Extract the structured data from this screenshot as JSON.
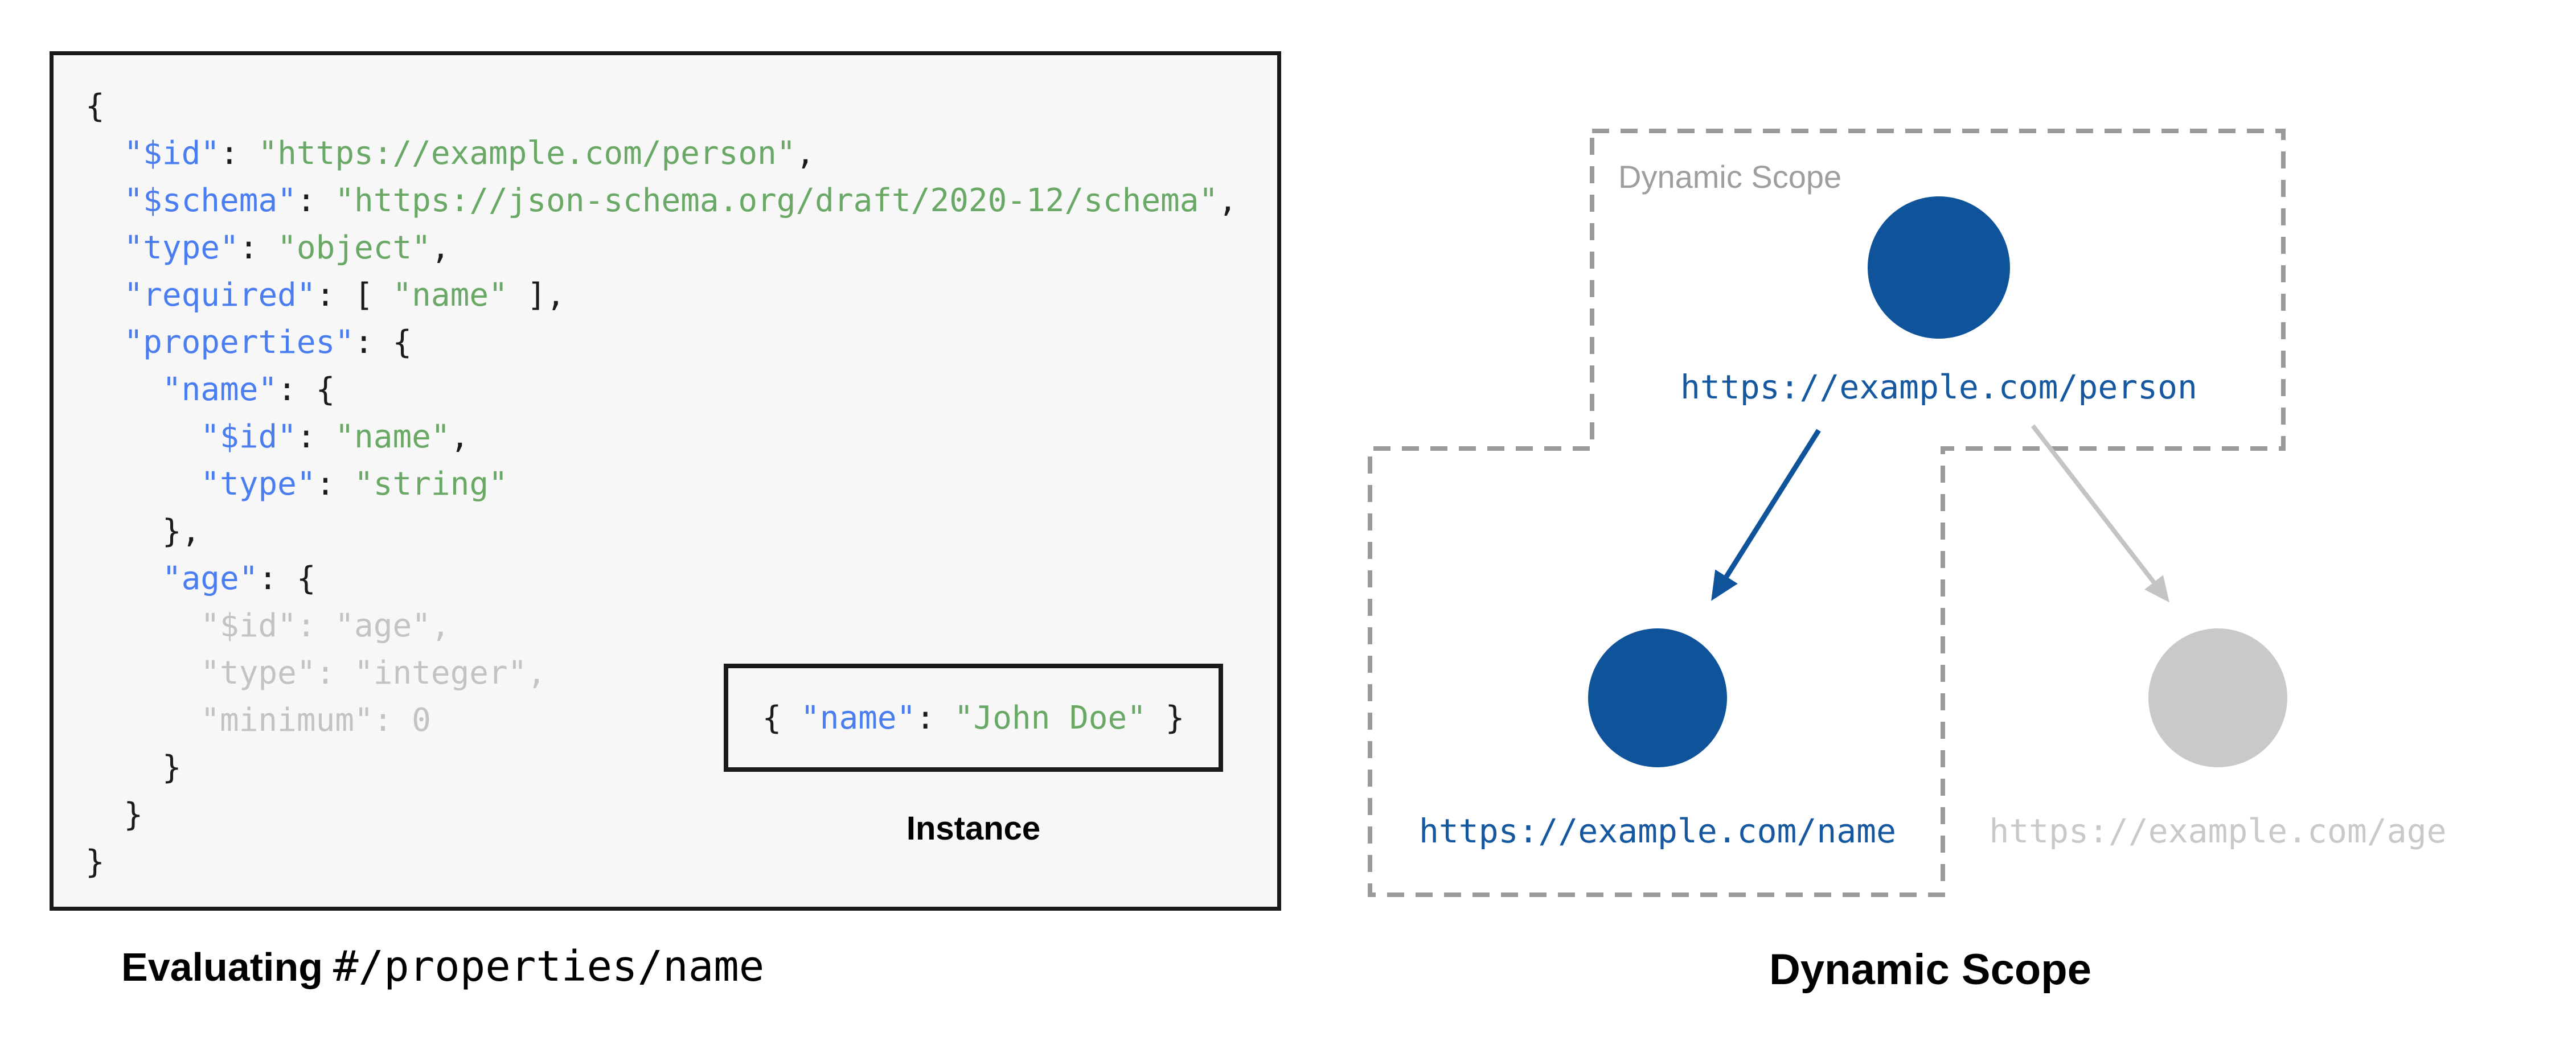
{
  "colors": {
    "key_blue": "#4a7df0",
    "string_green": "#69a865",
    "code_plain": "#1b1b1b",
    "code_faded": "#c3c3c3",
    "code_bg": "#f7f7f8",
    "box_border": "#1a1a1a",
    "node_blue": "#0f549b",
    "link_blue": "#15589f",
    "inactive_gray": "#c9c9c9",
    "dashed_gray": "#9a9a9a",
    "scope_label_gray": "#9e9e9e",
    "arrow_gray": "#c4c4c4"
  },
  "left_panel": {
    "code": {
      "lines": [
        [
          [
            "p",
            "{"
          ]
        ],
        [
          [
            "p",
            "  "
          ],
          [
            "k",
            "\"$id\""
          ],
          [
            "p",
            ": "
          ],
          [
            "g",
            "\"https://example.com/person\""
          ],
          [
            "p",
            ","
          ]
        ],
        [
          [
            "p",
            "  "
          ],
          [
            "k",
            "\"$schema\""
          ],
          [
            "p",
            ": "
          ],
          [
            "g",
            "\"https://json-schema.org/draft/2020-12/schema\""
          ],
          [
            "p",
            ","
          ]
        ],
        [
          [
            "p",
            "  "
          ],
          [
            "k",
            "\"type\""
          ],
          [
            "p",
            ": "
          ],
          [
            "g",
            "\"object\""
          ],
          [
            "p",
            ","
          ]
        ],
        [
          [
            "p",
            "  "
          ],
          [
            "k",
            "\"required\""
          ],
          [
            "p",
            ": [ "
          ],
          [
            "g",
            "\"name\""
          ],
          [
            "p",
            " ],"
          ]
        ],
        [
          [
            "p",
            "  "
          ],
          [
            "k",
            "\"properties\""
          ],
          [
            "p",
            ": {"
          ]
        ],
        [
          [
            "p",
            "    "
          ],
          [
            "k",
            "\"name\""
          ],
          [
            "p",
            ": {"
          ]
        ],
        [
          [
            "p",
            "      "
          ],
          [
            "k",
            "\"$id\""
          ],
          [
            "p",
            ": "
          ],
          [
            "g",
            "\"name\""
          ],
          [
            "p",
            ","
          ]
        ],
        [
          [
            "p",
            "      "
          ],
          [
            "k",
            "\"type\""
          ],
          [
            "p",
            ": "
          ],
          [
            "g",
            "\"string\""
          ]
        ],
        [
          [
            "p",
            "    },"
          ]
        ],
        [
          [
            "p",
            "    "
          ],
          [
            "k",
            "\"age\""
          ],
          [
            "p",
            ": {"
          ]
        ],
        [
          [
            "f",
            "      \"$id\": \"age\","
          ]
        ],
        [
          [
            "f",
            "      \"type\": \"integer\","
          ]
        ],
        [
          [
            "f",
            "      \"minimum\": 0"
          ]
        ],
        [
          [
            "p",
            "    }"
          ]
        ],
        [
          [
            "p",
            "  }"
          ]
        ],
        [
          [
            "p",
            "}"
          ]
        ]
      ]
    },
    "instance": {
      "tokens": [
        [
          "p",
          "{ "
        ],
        [
          "k",
          "\"name\""
        ],
        [
          "p",
          ": "
        ],
        [
          "g",
          "\"John Doe\""
        ],
        [
          "p",
          " }"
        ]
      ],
      "label": "Instance"
    },
    "caption": {
      "bold_text": "Evaluating",
      "mono_text": "#/properties/name"
    }
  },
  "right_panel": {
    "scope_region_label": "Dynamic Scope",
    "nodes": [
      {
        "id": "person",
        "url": "https://example.com/person",
        "state": "active"
      },
      {
        "id": "name",
        "url": "https://example.com/name",
        "state": "active"
      },
      {
        "id": "age",
        "url": "https://example.com/age",
        "state": "inactive"
      }
    ],
    "caption": "Dynamic Scope"
  }
}
